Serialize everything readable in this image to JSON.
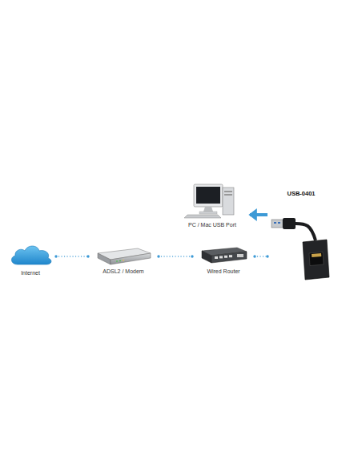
{
  "diagram": {
    "nodes": [
      {
        "text": [
          "Internet"
        ]
      },
      {
        "text": [
          "ADSL2 / Modem"
        ]
      },
      {
        "text": [
          "Wired Router"
        ]
      },
      {
        "text": [
          "PC / Mac USB Port"
        ]
      },
      {
        "text": [
          "USB-0401"
        ]
      }
    ],
    "edges": [
      {
        "from": 0,
        "to": 1,
        "arrow": "none"
      },
      {
        "from": 1,
        "to": 2,
        "arrow": "none"
      },
      {
        "from": 2,
        "to": 4,
        "arrow": "none"
      },
      {
        "from": 4,
        "to": 3,
        "arrow": "to"
      }
    ]
  }
}
